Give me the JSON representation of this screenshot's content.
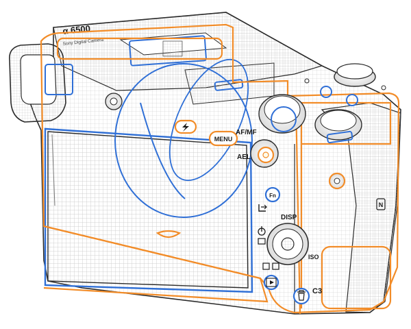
{
  "brand": {
    "model": "α 6500",
    "engraving": "Sony Digital Camera"
  },
  "labels": {
    "menu": "MENU",
    "af_mf": "AF/MF",
    "ael": "AEL",
    "disp": "DISP",
    "iso": "ISO",
    "c3": "C3",
    "fn": "Fn",
    "nfc": "N"
  },
  "colors": {
    "outline": "#f28c28",
    "highlight": "#2f6fd6",
    "body": "#2a2a2a",
    "mesh": "#b9b9b9"
  },
  "icons": [
    "flash-icon",
    "playback-icon",
    "trash-icon",
    "drive-mode-icon",
    "nfc-icon",
    "send-to-smartphone-icon",
    "power-button-icon"
  ]
}
